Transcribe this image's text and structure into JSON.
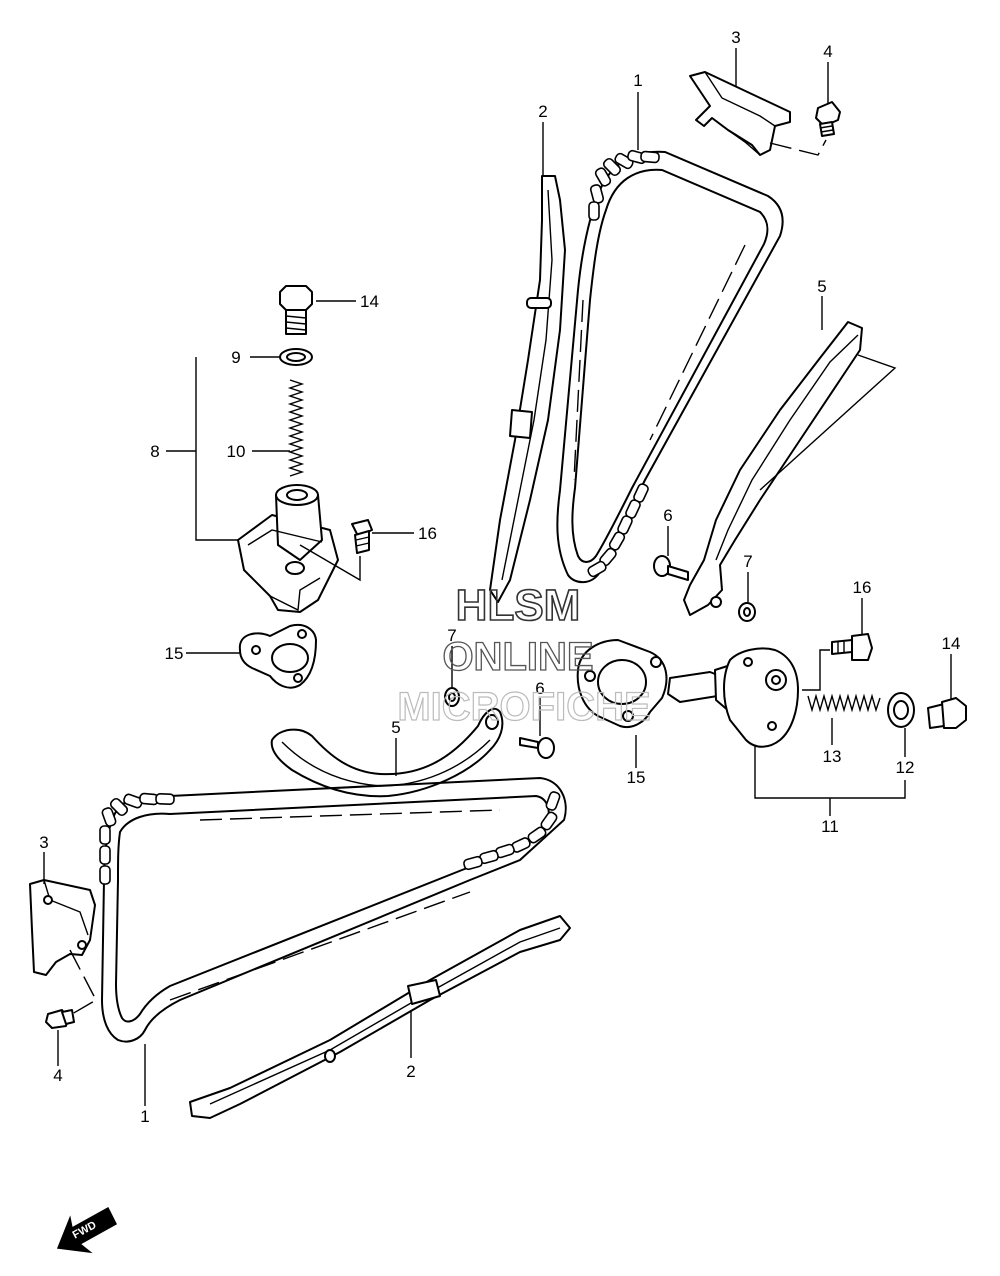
{
  "watermark": {
    "line1": "HLSM",
    "line2": "ONLINE",
    "line3": "MICROFICHE"
  },
  "fwd_label": "FWD",
  "callouts": [
    {
      "id": "c1-top",
      "text": "1"
    },
    {
      "id": "c2-top",
      "text": "2"
    },
    {
      "id": "c3-top",
      "text": "3"
    },
    {
      "id": "c4-top",
      "text": "4"
    },
    {
      "id": "c5-right",
      "text": "5"
    },
    {
      "id": "c6-right",
      "text": "6"
    },
    {
      "id": "c7-right",
      "text": "7"
    },
    {
      "id": "c14-left",
      "text": "14"
    },
    {
      "id": "c9",
      "text": "9"
    },
    {
      "id": "c8",
      "text": "8"
    },
    {
      "id": "c10",
      "text": "10"
    },
    {
      "id": "c16-left",
      "text": "16"
    },
    {
      "id": "c15-left",
      "text": "15"
    },
    {
      "id": "c7-mid",
      "text": "7"
    },
    {
      "id": "c6-mid",
      "text": "6"
    },
    {
      "id": "c5-mid",
      "text": "5"
    },
    {
      "id": "c15-mid",
      "text": "15"
    },
    {
      "id": "c16-right",
      "text": "16"
    },
    {
      "id": "c14-right",
      "text": "14"
    },
    {
      "id": "c13",
      "text": "13"
    },
    {
      "id": "c12",
      "text": "12"
    },
    {
      "id": "c11",
      "text": "11"
    },
    {
      "id": "c3-bottom",
      "text": "3"
    },
    {
      "id": "c4-bottom",
      "text": "4"
    },
    {
      "id": "c2-bottom",
      "text": "2"
    },
    {
      "id": "c1-bottom",
      "text": "1"
    }
  ]
}
